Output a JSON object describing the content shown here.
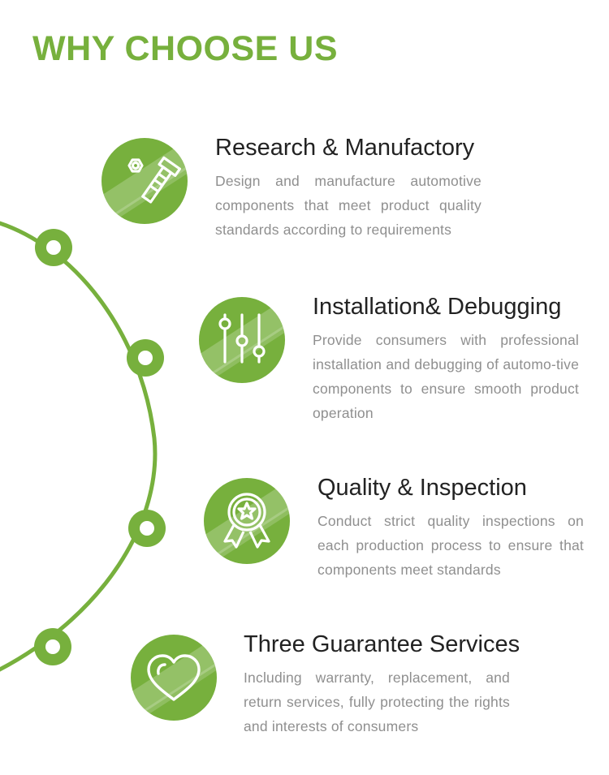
{
  "header": {
    "title": "WHY CHOOSE US"
  },
  "theme": {
    "accent": "#77b03d",
    "title_text": "#222222",
    "body_text": "#8f8f8f",
    "background": "#ffffff"
  },
  "features": [
    {
      "icon": "bolt-nut-icon",
      "title": "Research & Manufactory",
      "description": "Design and manufacture automotive components that meet product quality standards according to requirements"
    },
    {
      "icon": "sliders-icon",
      "title": "Installation& Debugging",
      "description": "Provide consumers with professional installation and debugging of automo-tive components to ensure smooth product operation"
    },
    {
      "icon": "award-ribbon-icon",
      "title": "Quality & Inspection",
      "description": "Conduct strict quality inspections on each production process to ensure that components meet standards"
    },
    {
      "icon": "heart-icon",
      "title": "Three Guarantee Services",
      "description": "Including warranty, replacement, and return services, fully protecting the rights and interests of consumers"
    }
  ]
}
